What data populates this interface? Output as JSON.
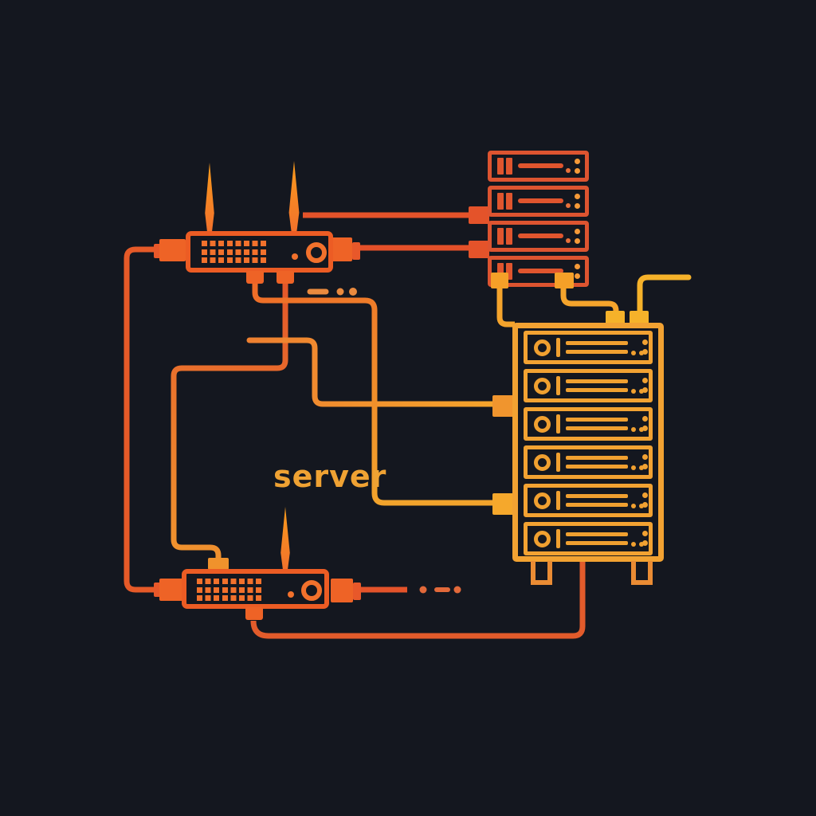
{
  "title": "network diagram illustration",
  "label": {
    "server_text": "server"
  },
  "palette": {
    "background": "#14171F",
    "red_orange": "#E4532A",
    "orange": "#F2712C",
    "amber": "#F2A232",
    "gold": "#F5B22A",
    "text": "#EFA233"
  },
  "devices": {
    "router_top": {
      "name": "wireless router (top)",
      "antennas": 2,
      "keypad_rows": 3,
      "keypad_cols": 8,
      "bottom_ports": 2,
      "side_plugs": 2
    },
    "router_bottom": {
      "name": "wireless router (bottom)",
      "antennas": 1,
      "keypad_rows": 3,
      "keypad_cols": 8,
      "top_ports": 1,
      "bottom_ports": 1,
      "side_plugs": 2
    },
    "server_stack": {
      "name": "server stack (top right)",
      "unit_count": 4,
      "left_plugs": 2,
      "bottom_plugs": 2
    },
    "server_rack": {
      "name": "server rack (right)",
      "unit_count": 6,
      "top_plugs": 2,
      "left_connectors": 2,
      "feet": 2
    }
  },
  "connections": [
    "top router left plug - left vertical cable - bottom router left plug",
    "top router antenna side line - server stack upper left plug",
    "top router right plug - server stack lower left plug",
    "top router bottom-left port - long path - rack lower-left connector",
    "top router bottom-right port - stepped path - bottom router top port",
    "mid amber path - rack upper-left connector",
    "server stack bottom-left plug - rack top-left corner",
    "server stack bottom-right plug - rack top plug 1",
    "rack top plug 2 - cable up and right (open end)",
    "bottom router bottom port - bottom cable - rack bottom cable",
    "bottom router right plug - short cable (open end)"
  ],
  "decorations": {
    "top_ellipsis": "dash dot dot",
    "bottom_ellipsis": "dot dash dot"
  }
}
